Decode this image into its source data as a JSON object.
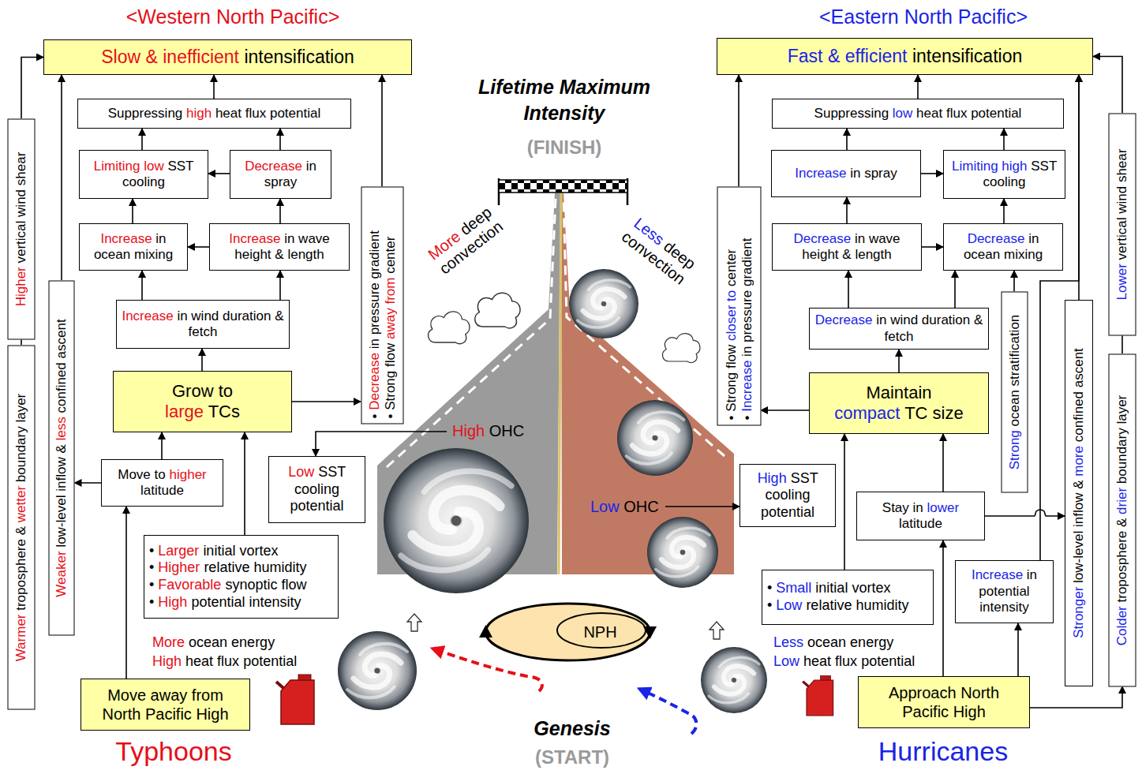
{
  "diagram": {
    "nodes": [
      {
        "text": [
          "Slow & inefficient intensification"
        ]
      },
      {
        "text": [
          "Suppressing high heat flux potential"
        ]
      },
      {
        "text": [
          "Limiting low SST cooling"
        ]
      },
      {
        "text": [
          "Decrease in spray"
        ]
      },
      {
        "text": [
          "Increase in ocean mixing"
        ]
      },
      {
        "text": [
          "Increase in wave height & length"
        ]
      },
      {
        "text": [
          "Increase in wind duration & fetch"
        ]
      },
      {
        "text": [
          "Grow to large TCs"
        ]
      },
      {
        "text": [
          "• Decrease in pressure gradient",
          "• Strong flow away from center"
        ]
      },
      {
        "text": [
          "Move to higher latitude"
        ]
      },
      {
        "text": [
          "• Larger initial vortex",
          "• Higher relative humidity",
          "• Favorable synoptic flow",
          "• High potential intensity"
        ]
      },
      {
        "text": [
          "Low SST cooling potential"
        ]
      },
      {
        "text": [
          "Move away from North Pacific High"
        ]
      },
      {
        "text": [
          "Higher vertical wind shear"
        ]
      },
      {
        "text": [
          "Warmer troposphere & wetter boundary layer"
        ]
      },
      {
        "text": [
          "Weaker low-level inflow & less confined ascent"
        ]
      },
      {
        "text": [
          "Fast & efficient intensification"
        ]
      },
      {
        "text": [
          "Suppressing low heat flux potential"
        ]
      },
      {
        "text": [
          "Increase in spray"
        ]
      },
      {
        "text": [
          "Limiting high SST cooling"
        ]
      },
      {
        "text": [
          "Decrease in wave height & length"
        ]
      },
      {
        "text": [
          "Decrease in ocean mixing"
        ]
      },
      {
        "text": [
          "Decrease in wind duration & fetch"
        ]
      },
      {
        "text": [
          "Maintain compact TC size"
        ]
      },
      {
        "text": [
          "• Strong flow closer to center",
          "• Increase in pressure gradient"
        ]
      },
      {
        "text": [
          "Stay in lower latitude"
        ]
      },
      {
        "text": [
          "• Small initial vortex",
          "• Low relative humidity"
        ]
      },
      {
        "text": [
          "High SST cooling potential"
        ]
      },
      {
        "text": [
          "Approach North Pacific High"
        ]
      },
      {
        "text": [
          "Strong ocean stratification"
        ]
      },
      {
        "text": [
          "Stronger low-level inflow & more confined ascent"
        ]
      },
      {
        "text": [
          "Increase in potential intensity"
        ]
      },
      {
        "text": [
          "Lower vertical wind shear"
        ]
      },
      {
        "text": [
          "Colder troposphere & drier boundary layer"
        ]
      },
      {
        "text": [
          "NPH"
        ]
      }
    ],
    "edges": [
      {
        "from": 12,
        "to": 9,
        "arrow": "to"
      },
      {
        "from": 9,
        "to": 7,
        "arrow": "to"
      },
      {
        "from": 9,
        "to": 15,
        "arrow": "to"
      },
      {
        "from": 10,
        "to": 7,
        "arrow": "to"
      },
      {
        "from": 7,
        "to": 6,
        "arrow": "to"
      },
      {
        "from": 7,
        "to": 8,
        "arrow": "to"
      },
      {
        "from": 6,
        "to": 4,
        "arrow": "to"
      },
      {
        "from": 6,
        "to": 5,
        "arrow": "to"
      },
      {
        "from": 5,
        "to": 4,
        "arrow": "to"
      },
      {
        "from": 4,
        "to": 2,
        "arrow": "to"
      },
      {
        "from": 5,
        "to": 3,
        "arrow": "to"
      },
      {
        "from": 3,
        "to": 2,
        "arrow": "to"
      },
      {
        "from": 2,
        "to": 1,
        "arrow": "to"
      },
      {
        "from": 3,
        "to": 1,
        "arrow": "to"
      },
      {
        "from": 1,
        "to": 0,
        "arrow": "to"
      },
      {
        "from": 8,
        "to": 0,
        "arrow": "to"
      },
      {
        "from": 15,
        "to": 0,
        "arrow": "to"
      },
      {
        "from": 13,
        "to": 0,
        "arrow": "to"
      },
      {
        "from": 14,
        "to": 13,
        "arrow": "none"
      },
      {
        "from": 28,
        "to": 25,
        "arrow": "to"
      },
      {
        "from": 28,
        "to": 31,
        "arrow": "to"
      },
      {
        "from": 28,
        "to": 33,
        "arrow": "to"
      },
      {
        "from": 25,
        "to": 23,
        "arrow": "to"
      },
      {
        "from": 26,
        "to": 23,
        "arrow": "to"
      },
      {
        "from": 25,
        "to": 30,
        "arrow": "to"
      },
      {
        "from": 31,
        "to": 16,
        "arrow": "to"
      },
      {
        "from": 30,
        "to": 16,
        "arrow": "to"
      },
      {
        "from": 29,
        "to": 21,
        "arrow": "to"
      },
      {
        "from": 23,
        "to": 22,
        "arrow": "to"
      },
      {
        "from": 23,
        "to": 24,
        "arrow": "to"
      },
      {
        "from": 24,
        "to": 16,
        "arrow": "to"
      },
      {
        "from": 22,
        "to": 20,
        "arrow": "to"
      },
      {
        "from": 22,
        "to": 21,
        "arrow": "to"
      },
      {
        "from": 20,
        "to": 21,
        "arrow": "to"
      },
      {
        "from": 20,
        "to": 18,
        "arrow": "to"
      },
      {
        "from": 21,
        "to": 19,
        "arrow": "to"
      },
      {
        "from": 18,
        "to": 19,
        "arrow": "to"
      },
      {
        "from": 18,
        "to": 17,
        "arrow": "to"
      },
      {
        "from": 19,
        "to": 17,
        "arrow": "to"
      },
      {
        "from": 17,
        "to": 16,
        "arrow": "to"
      },
      {
        "from": 32,
        "to": 16,
        "arrow": "to"
      },
      {
        "from": 33,
        "to": 32,
        "arrow": "none"
      }
    ],
    "labels": [
      "<Western North Pacific>",
      "<Eastern North Pacific>",
      "Lifetime Maximum Intensity",
      "(FINISH)",
      "More deep convection",
      "Less deep convection",
      "High OHC",
      "Low OHC",
      "More ocean energy",
      "High heat flux potential",
      "Less ocean energy",
      "Low heat flux potential",
      "Genesis",
      "(START)",
      "Typhoons",
      "Hurricanes"
    ]
  }
}
